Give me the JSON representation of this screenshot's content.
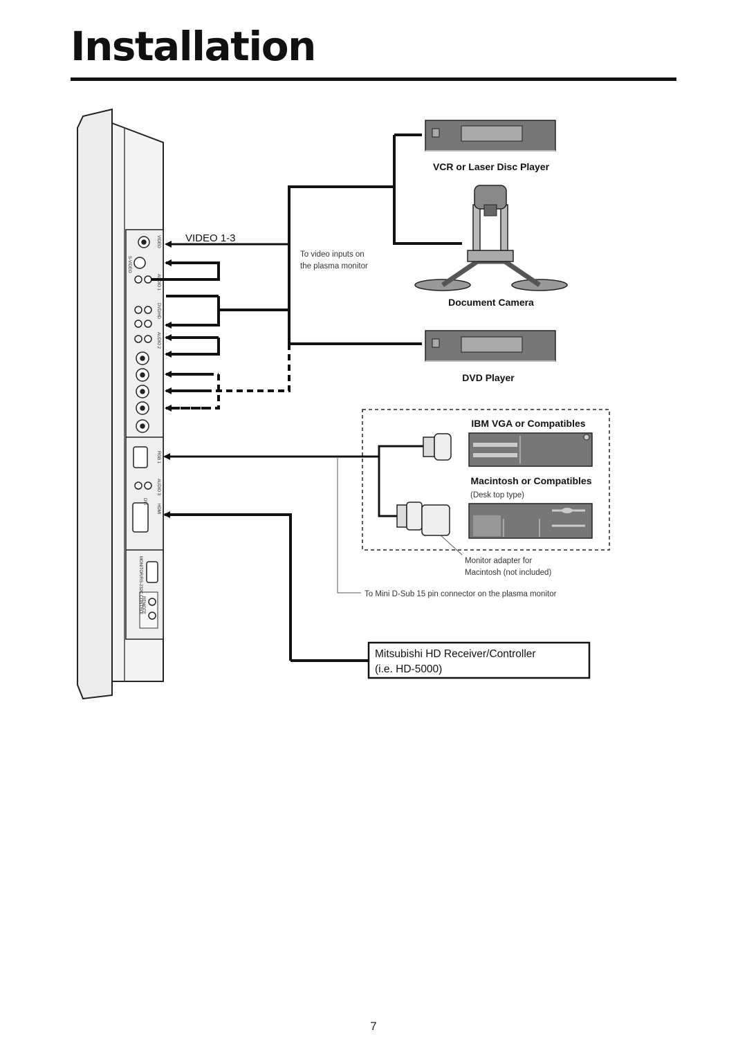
{
  "page": {
    "title": "Installation",
    "page_number": "7"
  },
  "labels": {
    "video_inputs": "VIDEO 1-3",
    "to_video_inputs_1": "To video inputs on",
    "to_video_inputs_2": "the plasma monitor",
    "vcr": "VCR or Laser Disc Player",
    "document_camera": "Document Camera",
    "dvd": "DVD Player",
    "ibm_vga": "IBM VGA or Compatibles",
    "macintosh": "Macintosh or Compatibles",
    "desk_top_type": "(Desk top type)",
    "monitor_adapter_1": "Monitor adapter for",
    "monitor_adapter_2": "Macintosh (not included)",
    "mini_dsub": "To Mini D-Sub 15 pin connector on the plasma monitor",
    "receiver_1": "Mitsubishi HD Receiver/Controller",
    "receiver_2": "(i.e. HD-5000)"
  },
  "panel_labels": {
    "video": "VIDEO",
    "s_video": "S-VIDEO",
    "audio1": "AUDIO 1",
    "dvd_hd": "DVD/HD",
    "audio2": "AUDIO 2",
    "rgb1": "RGB 1",
    "audio3": "AUDIO 3",
    "hdmi": "HDMI",
    "dvi": "DVI",
    "monitor_control": "MONITOR/RS-232C CONTROL",
    "remote": "REMOTE"
  },
  "colors": {
    "line": "#111111",
    "panel_fill": "#ededed",
    "device_fill": "#7d7d7d"
  }
}
